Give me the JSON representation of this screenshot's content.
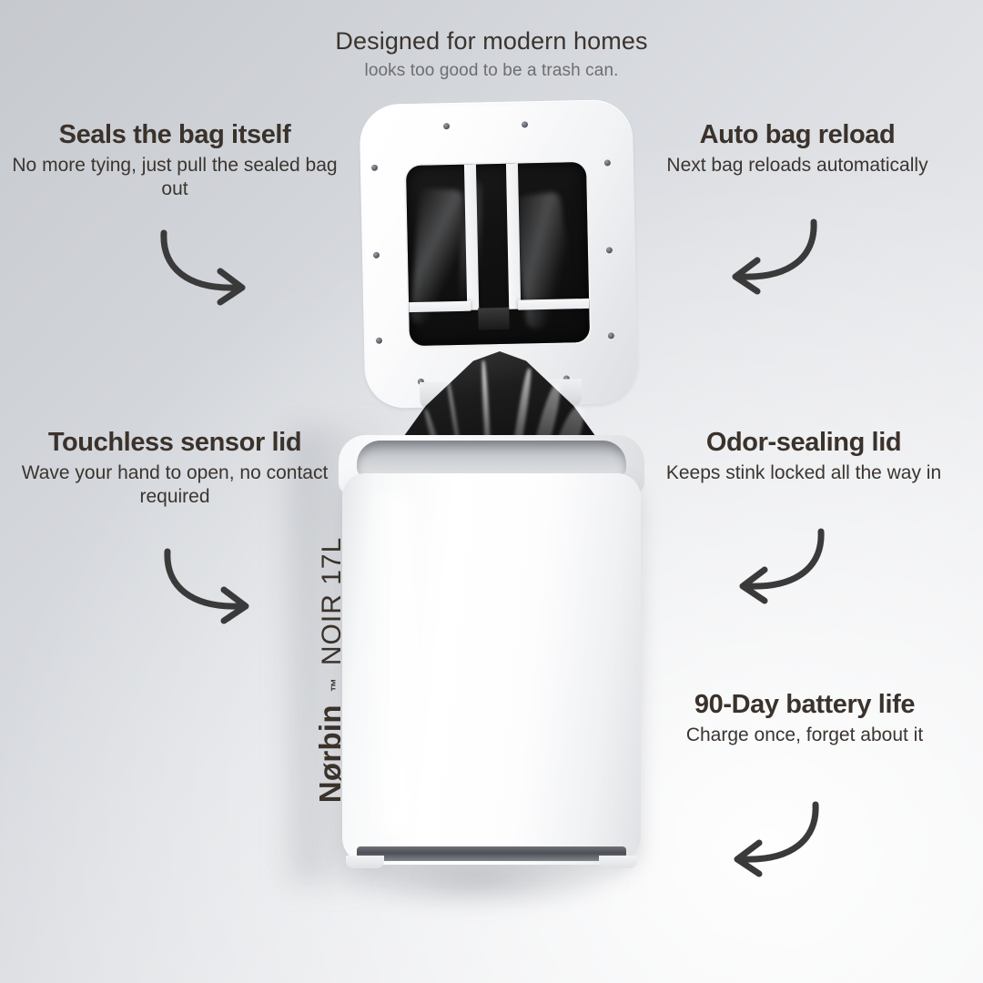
{
  "header": {
    "title": "Designed for modern homes",
    "subtitle": "looks too good to be a trash can."
  },
  "product": {
    "brand_name": "Nørbin",
    "trademark": "™",
    "model": "NOIR 17L"
  },
  "colors": {
    "heading_text": "#3a322b",
    "body_text": "#3b3530",
    "subtitle_text": "#6e6e70",
    "arrow": "#3a3a3a",
    "background_dark": "#c6c9ce",
    "background_light": "#eeeff1",
    "product_white": "#ffffff",
    "bag_black": "#101010"
  },
  "features": [
    {
      "id": "seals-the-bag-itself",
      "title": "Seals the bag itself",
      "description": "No more tying, just pull the sealed bag out",
      "arrow": "curved-arrow-down-right-icon"
    },
    {
      "id": "auto-bag-reload",
      "title": "Auto bag reload",
      "description": "Next bag reloads automatically",
      "arrow": "curved-arrow-down-left-icon"
    },
    {
      "id": "touchless-sensor-lid",
      "title": "Touchless sensor lid",
      "description": "Wave your hand to open, no contact required",
      "arrow": "curved-arrow-down-right-icon"
    },
    {
      "id": "odor-sealing-lid",
      "title": "Odor-sealing lid",
      "description": "Keeps stink locked all the way in",
      "arrow": "curved-arrow-down-left-icon"
    },
    {
      "id": "90-day-battery-life",
      "title": "90-Day battery life",
      "description": "Charge once, forget about it",
      "arrow": "curved-arrow-down-left-icon"
    }
  ]
}
